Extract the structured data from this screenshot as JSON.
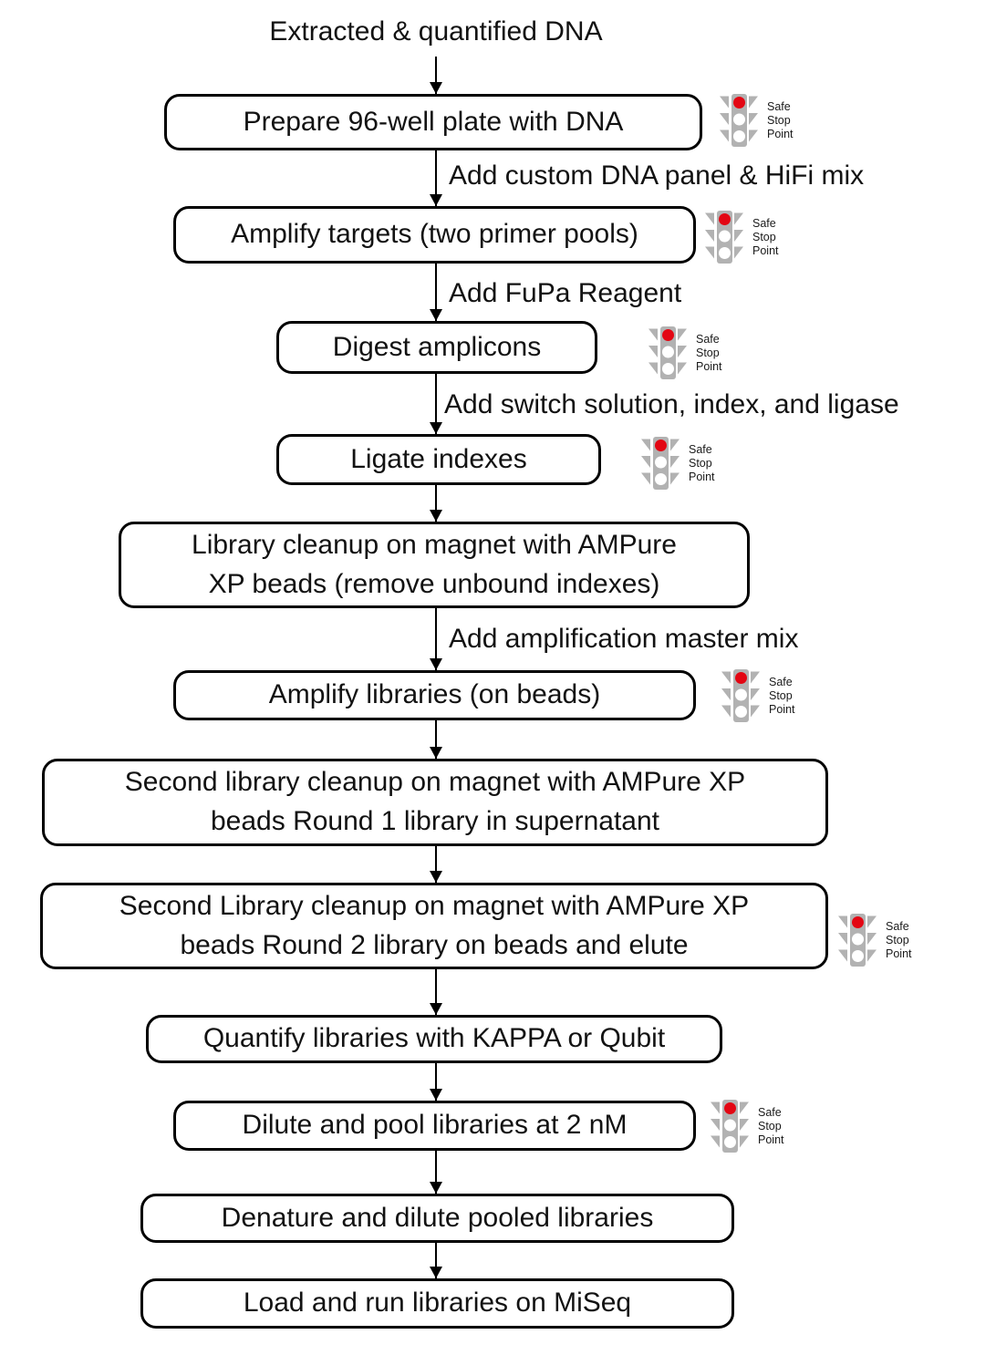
{
  "flow": {
    "start_label": "Extracted & quantified DNA",
    "steps": [
      {
        "label": "Prepare 96-well plate with DNA",
        "safe_stop_point": true
      },
      {
        "label": "Amplify targets (two primer pools)",
        "safe_stop_point": true
      },
      {
        "label": "Digest amplicons",
        "safe_stop_point": true
      },
      {
        "label": "Ligate indexes",
        "safe_stop_point": true
      },
      {
        "label": "Library cleanup on magnet with AMPure\nXP beads (remove unbound indexes)",
        "safe_stop_point": false
      },
      {
        "label": "Amplify libraries (on beads)",
        "safe_stop_point": true
      },
      {
        "label": "Second library cleanup on magnet with AMPure XP\nbeads Round 1 library in supernatant",
        "safe_stop_point": false
      },
      {
        "label": "Second Library cleanup on magnet with AMPure XP\nbeads Round 2 library on beads and elute",
        "safe_stop_point": true
      },
      {
        "label": "Quantify libraries with KAPPA or Qubit",
        "safe_stop_point": false
      },
      {
        "label": "Dilute and pool libraries at 2 nM",
        "safe_stop_point": true
      },
      {
        "label": "Denature and dilute pooled libraries",
        "safe_stop_point": false
      },
      {
        "label": "Load and run libraries on MiSeq",
        "safe_stop_point": false
      }
    ],
    "edge_labels": [
      {
        "label": "Add custom DNA panel & HiFi mix"
      },
      {
        "label": "Add FuPa Reagent"
      },
      {
        "label": "Add switch solution, index, and ligase"
      },
      {
        "label": "Add amplification master mix"
      }
    ],
    "safe_stop_indicator": {
      "line1": "Safe",
      "line2": "Stop",
      "line3": "Point"
    },
    "colors": {
      "stop_light_red": "#e30613",
      "traffic_light_gray": "#b2b2b2",
      "box_border_black": "#000000"
    }
  }
}
